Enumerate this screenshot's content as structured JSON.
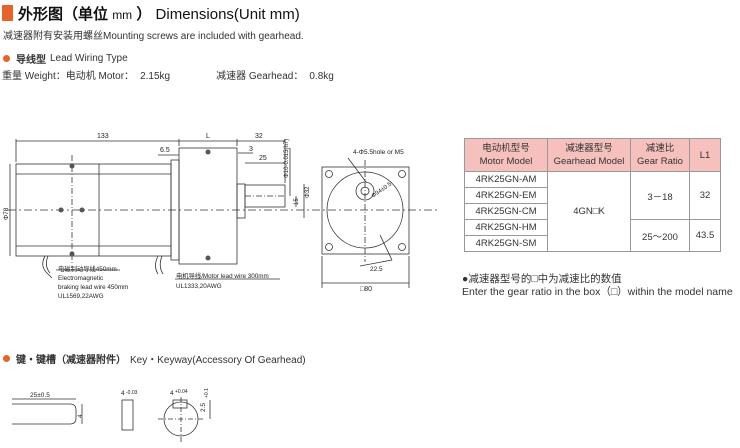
{
  "header": {
    "title_cn": "外形图（单位",
    "title_unit": "mm",
    "title_cn_close": "）",
    "title_en": "Dimensions(Unit mm)",
    "subtitle": "减速器附有安装用螺丝Mounting screws are included with gearhead."
  },
  "wiring": {
    "label_cn": "导线型",
    "label_en": "Lead Wiring Type"
  },
  "weights": {
    "motor_label": "重量 Weight：电动机 Motor：",
    "motor_value": "2.15kg",
    "gear_label": "减速器 Gearhead：",
    "gear_value": "0.8kg"
  },
  "drawing": {
    "dim_133": "133",
    "dim_L": "L",
    "dim_32": "32",
    "dim_6_5": "6.5",
    "dim_3": "3",
    "dim_25": "25",
    "dim_phi10": "Φ10-0.015(h7)",
    "dim_15": "15",
    "dim_phi32": "Φ32",
    "dim_phi78": "Φ78",
    "dim_4phi": "4-Φ5.5hole or M5",
    "dim_pcd": "Φ94±0.5",
    "dim_22_5": "22.5",
    "dim_square80": "□80",
    "lead_brake_cn": "电磁制动导线450mm",
    "lead_brake_en1": "Electromagnetic",
    "lead_brake_en2": "braking lead wire 450mm",
    "lead_brake_std": "UL1569,22AWG",
    "lead_motor": "电机导线/Motor lead wire 300mm",
    "lead_motor_std": "UL1333,20AWG"
  },
  "spec_table": {
    "headers": [
      [
        "电动机型号",
        "Motor Model"
      ],
      [
        "减速器型号",
        "Gearhead Model"
      ],
      [
        "减速比",
        "Gear Ratio"
      ],
      [
        "L1",
        ""
      ]
    ],
    "models": [
      "4RK25GN-AM",
      "4RK25GN-EM",
      "4RK25GN-CM",
      "4RK25GN-HM",
      "4RK25GN-SM"
    ],
    "gearhead": "4GN□K",
    "ratios": [
      "3－18",
      "25～200"
    ],
    "l1": [
      "32",
      "43.5"
    ]
  },
  "note": {
    "cn": "●减速器型号的□中为减速比的数值",
    "en": "Enter the gear ratio in the box（□）within the model name"
  },
  "key": {
    "label_cn": "键・键槽（减速器附件）",
    "label_en": "Key・Keyway(Accessory Of Gearhead)",
    "dim_25": "25±0.5",
    "dim_4a": "4",
    "dim_4b": "4",
    "dim_4c": "4",
    "dim_tol1": "-0.03",
    "dim_tol2": "+0.04",
    "dim_2_5": "2.5",
    "dim_tol3": "+0.1"
  },
  "colors": {
    "accent": "#e8622a",
    "header_fill": "#f6c1bd",
    "line": "#333333"
  }
}
